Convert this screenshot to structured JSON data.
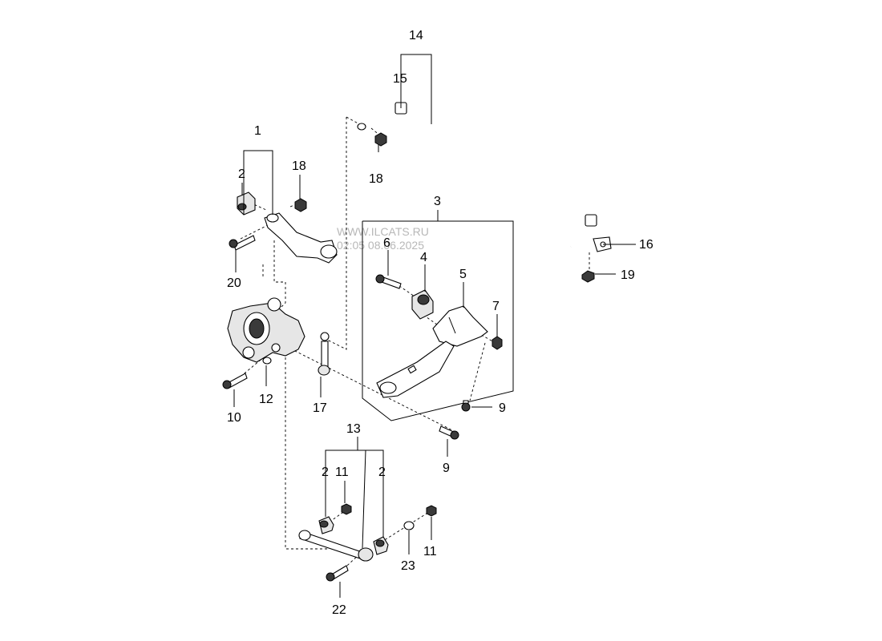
{
  "watermark": {
    "site": "WWW.ILCATS.RU",
    "timestamp": "02:05 08.06.2025"
  },
  "callouts": {
    "c1": "1",
    "c2a": "2",
    "c2b": "2",
    "c2c": "2",
    "c3": "3",
    "c4": "4",
    "c5": "5",
    "c6": "6",
    "c7": "7",
    "c9a": "9",
    "c9b": "9",
    "c10": "10",
    "c11a": "11",
    "c11b": "11",
    "c12": "12",
    "c13": "13",
    "c14": "14",
    "c15": "15",
    "c16": "16",
    "c17": "17",
    "c18a": "18",
    "c18b": "18",
    "c19": "19",
    "c20": "20",
    "c22": "22",
    "c23": "23"
  }
}
